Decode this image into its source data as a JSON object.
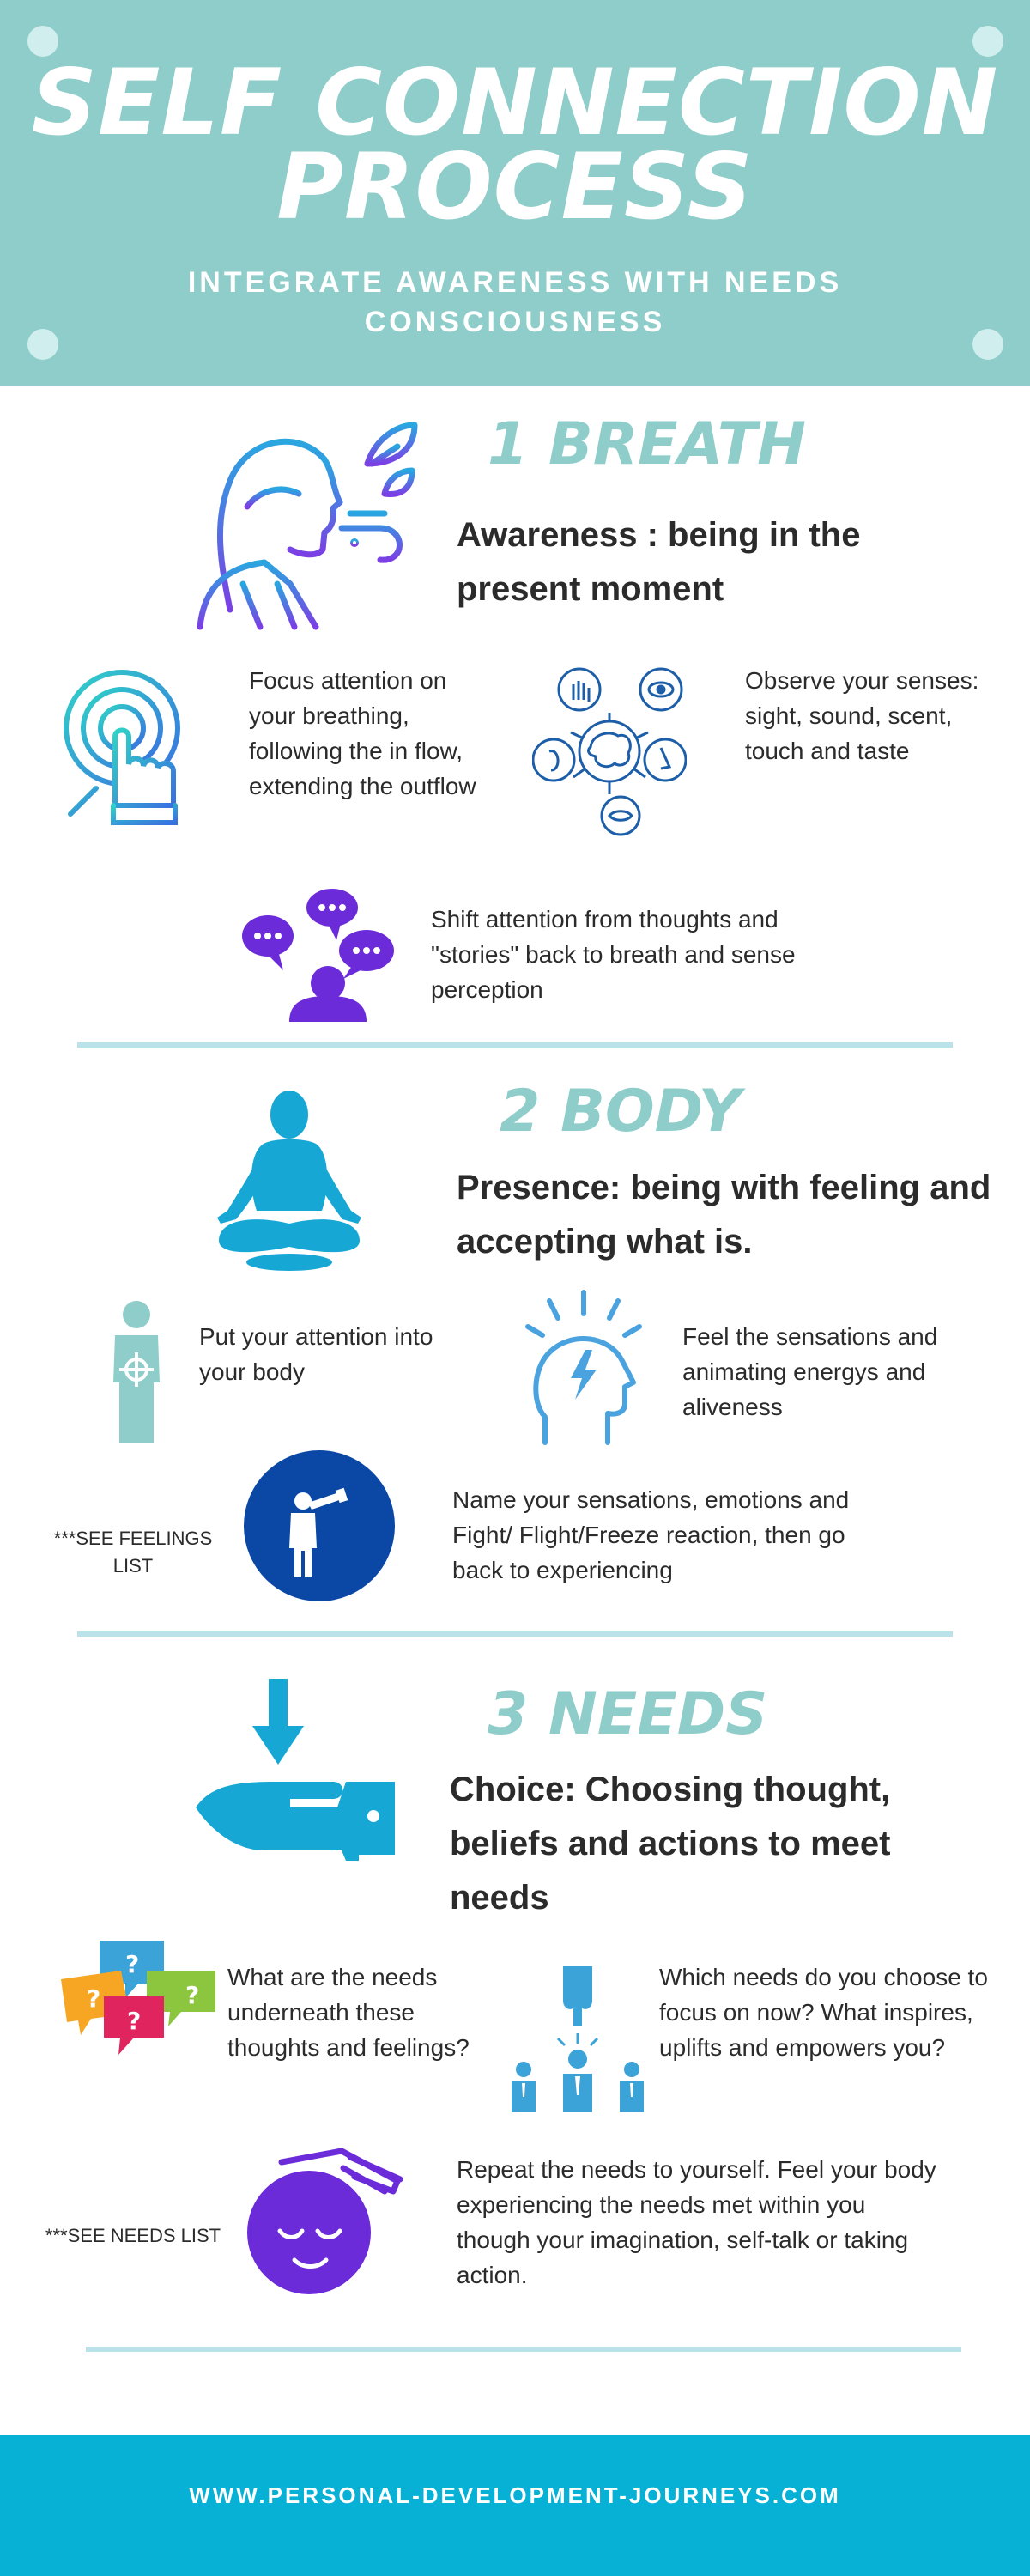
{
  "header": {
    "title_line1": "SELF CONNECTION",
    "title_line2": "PROCESS",
    "subtitle": "INTEGRATE AWARENESS WITH NEEDS CONSCIOUSNESS"
  },
  "sections": [
    {
      "title": "1 BREATH",
      "subtitle": "Awareness : being in the present moment",
      "items": [
        {
          "icon": "touch-target-icon",
          "text": "Focus attention on your breathing, following the in flow, extending the outflow"
        },
        {
          "icon": "brain-senses-icon",
          "text": "Observe your senses: sight, sound, scent, touch and taste"
        },
        {
          "icon": "thought-bubbles-icon",
          "text": "Shift attention from thoughts and \"stories\" back to breath and sense perception"
        }
      ]
    },
    {
      "title": "2 BODY",
      "subtitle": "Presence: being with feeling and accepting what is.",
      "items": [
        {
          "icon": "body-target-icon",
          "text": "Put your attention into your body"
        },
        {
          "icon": "head-energy-icon",
          "text": "Feel the sensations and animating energys and aliveness"
        },
        {
          "icon": "telescope-person-icon",
          "text": "Name your sensations, emotions and Fight/ Flight/Freeze reaction, then go back to experiencing"
        }
      ],
      "note": "***SEE FEELINGS LIST"
    },
    {
      "title": "3 NEEDS",
      "subtitle": "Choice: Choosing thought, beliefs and actions to meet needs",
      "items": [
        {
          "icon": "question-bubbles-icon",
          "text": "What are the needs underneath these thoughts and feelings?"
        },
        {
          "icon": "pointing-leader-icon",
          "text": "Which needs do you choose to focus on now? What inspires, uplifts and empowers you?"
        },
        {
          "icon": "calm-face-icon",
          "text": "Repeat the needs to yourself. Feel your body experiencing the needs met within you though your imagination, self-talk or taking action."
        }
      ],
      "note": "***SEE NEEDS LIST"
    }
  ],
  "footer": {
    "url": "WWW.PERSONAL-DEVELOPMENT-JOURNEYS.COM"
  },
  "colors": {
    "header_bg": "#8ecdc9",
    "accent_teal": "#8ecdc9",
    "divider": "#b9e3e8",
    "footer_bg": "#07b1d6",
    "icon_blue": "#2a78c2",
    "icon_purple": "#6c2bd9",
    "dark_blue": "#0b47a5"
  }
}
